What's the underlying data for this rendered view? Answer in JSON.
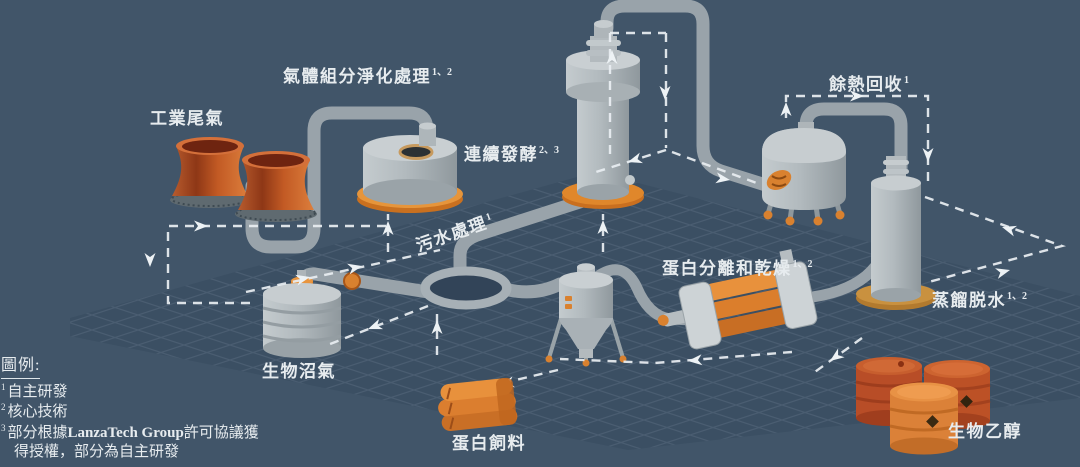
{
  "diagram": {
    "labels": {
      "industrial_tail_gas": {
        "text": "工業尾氣",
        "sup": ""
      },
      "gas_purification": {
        "text": "氣體組分淨化處理",
        "sup": "1、2"
      },
      "continuous_fermentation": {
        "text": "連續發酵",
        "sup": "2、3"
      },
      "waste_heat_recovery": {
        "text": "餘熱回收",
        "sup": "1"
      },
      "wastewater_treatment": {
        "text": "污水處理",
        "sup": "1"
      },
      "protein_separation_drying": {
        "text": "蛋白分離和乾燥",
        "sup": "1、2"
      },
      "distillation_dehydration": {
        "text": "蒸餾脱水",
        "sup": "1、2"
      },
      "biogas": {
        "text": "生物沼氣",
        "sup": ""
      },
      "protein_feed": {
        "text": "蛋白飼料",
        "sup": ""
      },
      "bioethanol": {
        "text": "生物乙醇",
        "sup": ""
      }
    },
    "legend": {
      "title": "圖例:",
      "items": [
        {
          "sup": "1",
          "text": "自主研發"
        },
        {
          "sup": "2",
          "text": "核心技術"
        },
        {
          "sup": "3",
          "pre": "部分根據",
          "brand": "LanzaTech Group",
          "post": "許可協議獲",
          "line2": "得授權，部分為自主研發"
        }
      ]
    },
    "colors": {
      "background": "#415569",
      "equipment_gray": "#AFB7BB",
      "pipe_gray": "#99A3AA",
      "accent_orange": "#D9812F",
      "deep_orange": "#B85328",
      "arrow_white": "#EDF2F5",
      "label_white": "#E7ECEF",
      "distillation_base_tan": "#C9913F"
    }
  }
}
